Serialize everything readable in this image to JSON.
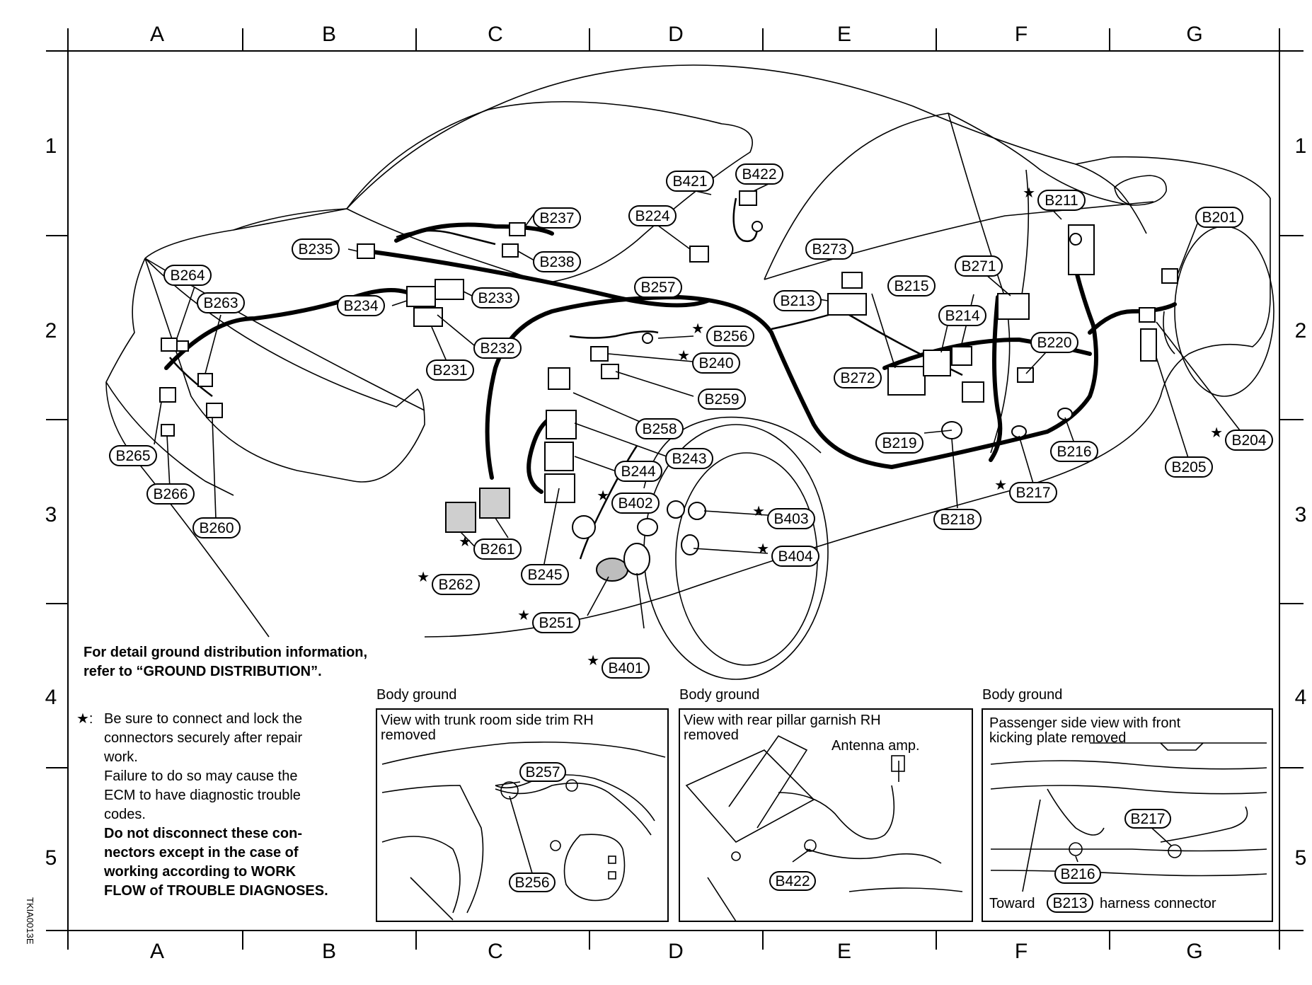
{
  "grid": {
    "columns": [
      "A",
      "B",
      "C",
      "D",
      "E",
      "F",
      "G"
    ],
    "rows": [
      "1",
      "2",
      "3",
      "4",
      "5"
    ]
  },
  "connectors": [
    {
      "id": "B201",
      "star": false
    },
    {
      "id": "B204",
      "star": true
    },
    {
      "id": "B205",
      "star": false
    },
    {
      "id": "B211",
      "star": true
    },
    {
      "id": "B213",
      "star": false
    },
    {
      "id": "B214",
      "star": false
    },
    {
      "id": "B215",
      "star": false
    },
    {
      "id": "B216",
      "star": false
    },
    {
      "id": "B217",
      "star": true
    },
    {
      "id": "B218",
      "star": false
    },
    {
      "id": "B219",
      "star": false
    },
    {
      "id": "B220",
      "star": false
    },
    {
      "id": "B224",
      "star": false
    },
    {
      "id": "B231",
      "star": false
    },
    {
      "id": "B232",
      "star": false
    },
    {
      "id": "B233",
      "star": false
    },
    {
      "id": "B234",
      "star": false
    },
    {
      "id": "B235",
      "star": false
    },
    {
      "id": "B237",
      "star": false
    },
    {
      "id": "B238",
      "star": false
    },
    {
      "id": "B240",
      "star": true
    },
    {
      "id": "B243",
      "star": false
    },
    {
      "id": "B244",
      "star": false
    },
    {
      "id": "B245",
      "star": false
    },
    {
      "id": "B251",
      "star": true
    },
    {
      "id": "B256",
      "star": true
    },
    {
      "id": "B257",
      "star": false
    },
    {
      "id": "B258",
      "star": false
    },
    {
      "id": "B259",
      "star": false
    },
    {
      "id": "B260",
      "star": false
    },
    {
      "id": "B261",
      "star": true
    },
    {
      "id": "B262",
      "star": true
    },
    {
      "id": "B263",
      "star": false
    },
    {
      "id": "B264",
      "star": false
    },
    {
      "id": "B265",
      "star": false
    },
    {
      "id": "B266",
      "star": false
    },
    {
      "id": "B271",
      "star": false
    },
    {
      "id": "B272",
      "star": false
    },
    {
      "id": "B273",
      "star": false
    },
    {
      "id": "B401",
      "star": true
    },
    {
      "id": "B402",
      "star": true
    },
    {
      "id": "B403",
      "star": true
    },
    {
      "id": "B404",
      "star": true
    },
    {
      "id": "B421",
      "star": false
    },
    {
      "id": "B422",
      "star": false
    }
  ],
  "ground_note": {
    "line1": "For detail ground distribution information,",
    "line2": "refer to “GROUND DISTRIBUTION”."
  },
  "star_note": {
    "symbol": "★:",
    "lines": [
      "Be sure to connect and lock the",
      "connectors securely after repair",
      "work.",
      "Failure to do so may cause the",
      "ECM to have diagnostic trouble",
      "codes."
    ],
    "bold_lines": [
      "Do not disconnect these con-",
      "nectors except in the case of",
      "working according to WORK",
      "FLOW of TROUBLE DIAGNOSES."
    ]
  },
  "insets": [
    {
      "title": "Body ground",
      "view_line1": "View with trunk room side trim RH",
      "view_line2": "removed",
      "labels": [
        "B257",
        "B256"
      ]
    },
    {
      "title": "Body ground",
      "view_line1": "View with rear pillar garnish RH",
      "view_line2": "removed",
      "extra": "Antenna amp.",
      "labels": [
        "B422"
      ]
    },
    {
      "title": "Body ground",
      "view_line1": "Passenger side view with front",
      "view_line2": "kicking plate removed",
      "labels": [
        "B217",
        "B216"
      ],
      "footer_prefix": "Toward",
      "footer_label": "B213",
      "footer_suffix": "harness connector"
    }
  ],
  "figure_code": "TKIA0013E"
}
